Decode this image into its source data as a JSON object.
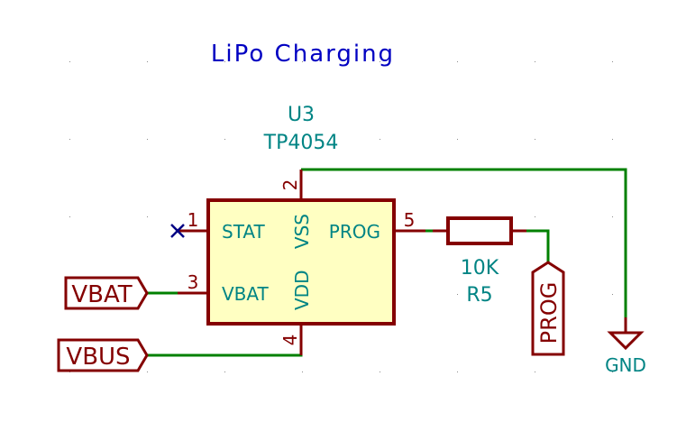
{
  "sheet": {
    "title_text": "LiPo Charging",
    "colors": {
      "wire": "#008000",
      "component": "#840000",
      "component_fill": "#ffffc2",
      "reference_text": "#008484",
      "note_text": "#0000c2",
      "no_connect": "#000084"
    }
  },
  "ic": {
    "reference": "U3",
    "value": "TP4054",
    "pins": [
      {
        "number": "1",
        "name": "STAT",
        "connection": "no-connect"
      },
      {
        "number": "2",
        "name": "VSS",
        "connection": "GND"
      },
      {
        "number": "3",
        "name": "VBAT",
        "connection": "VBAT"
      },
      {
        "number": "4",
        "name": "VDD",
        "connection": "VBUS"
      },
      {
        "number": "5",
        "name": "PROG",
        "connection": "R5"
      }
    ]
  },
  "resistor": {
    "value": "10K",
    "reference": "R5"
  },
  "labels": {
    "vbat": "VBAT",
    "vbus": "VBUS",
    "prog": "PROG"
  },
  "power": {
    "gnd": "GND"
  }
}
